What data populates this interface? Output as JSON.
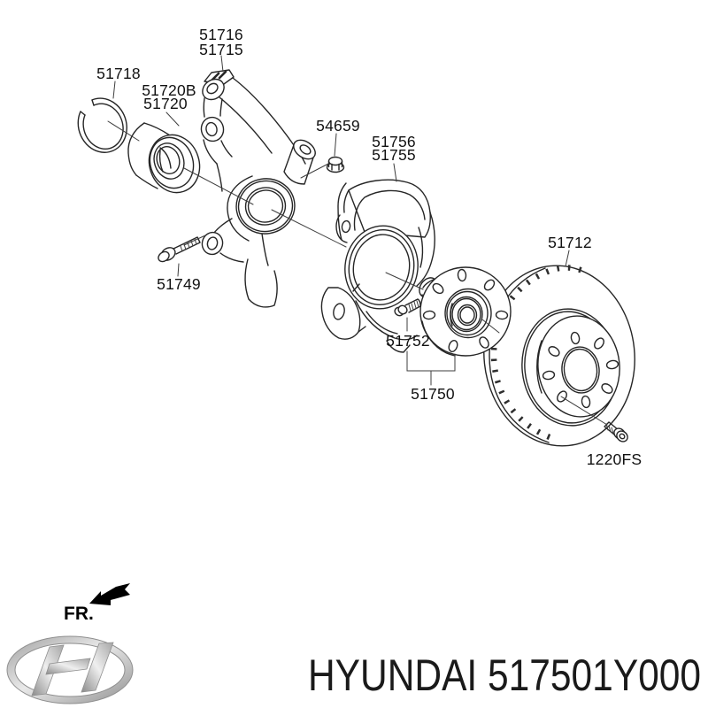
{
  "parts": {
    "p51716": "51716",
    "p51715": "51715",
    "p51718": "51718",
    "p51720B": "51720B",
    "p51720": "51720",
    "p54659": "54659",
    "p51756": "51756",
    "p51755": "51755",
    "p51712": "51712",
    "p51749": "51749",
    "p51752": "51752",
    "p51750": "51750",
    "p1220FS": "1220FS"
  },
  "footer": {
    "direction_label": "FR.",
    "caption": "HYUNDAI 517501Y000"
  },
  "icons": {
    "logo": "hyundai-logo",
    "arrow": "front-direction-arrow"
  },
  "colors": {
    "background": "#ffffff",
    "line": "#262626",
    "label": "#111111",
    "logo_silver": "#b9b9b9"
  }
}
